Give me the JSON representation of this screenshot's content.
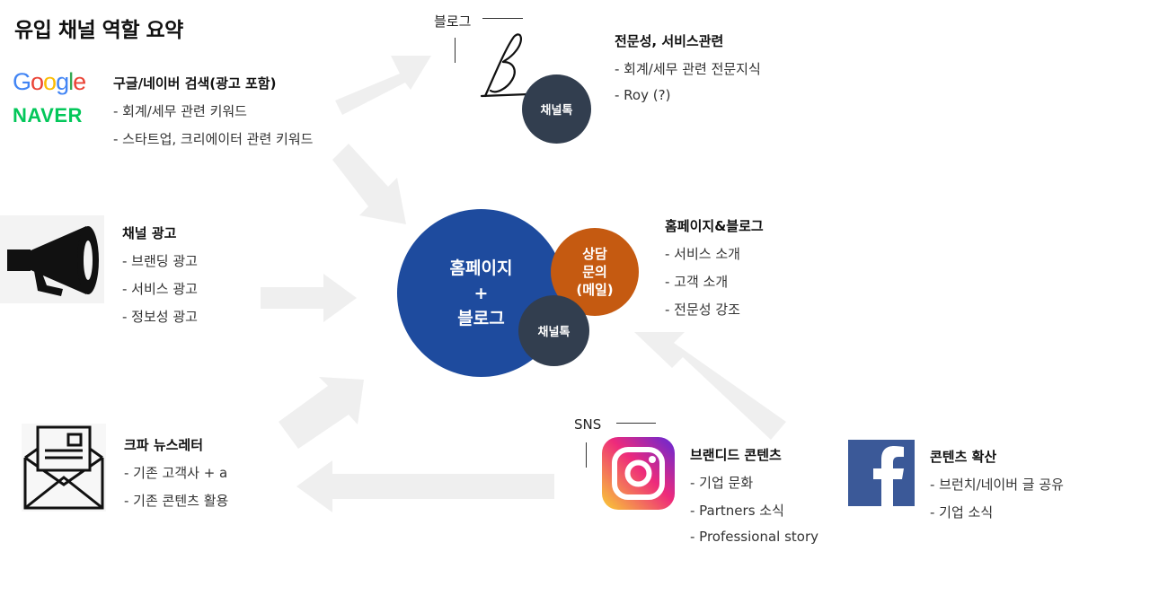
{
  "title": "유입 채널 역할 요약",
  "logos": {
    "google": "Google",
    "naver": "NAVER"
  },
  "search": {
    "title": "구글/네이버 검색(광고 포함)",
    "items": [
      "- 회계/세무 관련 키워드",
      "- 스타트업, 크리에이터 관련 키워드"
    ]
  },
  "ads": {
    "title": "채널 광고",
    "items": [
      "- 브랜딩 광고",
      "- 서비스 광고",
      "- 정보성 광고"
    ]
  },
  "newsletter": {
    "title": "크파 뉴스레터",
    "items": [
      "- 기존 고객사 + a",
      "- 기존 콘텐츠 활용"
    ]
  },
  "blog": {
    "label": "블로그",
    "title": "전문성, 서비스관련",
    "items": [
      "- 회계/세무 관련 전문지식",
      "- Roy (?)"
    ],
    "badge": "채널톡"
  },
  "center": {
    "main_lines": [
      "홈페이지",
      "+",
      "블로그"
    ],
    "consult_lines": [
      "상담",
      "문의",
      "(메일)"
    ],
    "badge": "채널톡"
  },
  "homepage": {
    "title": "홈페이지&블로그",
    "items": [
      "- 서비스 소개",
      "- 고객 소개",
      "- 전문성 강조"
    ]
  },
  "sns": {
    "label": "SNS"
  },
  "instagram": {
    "title": "브랜디드 콘텐츠",
    "items": [
      "- 기업 문화",
      "- Partners 소식",
      "- Professional story"
    ]
  },
  "facebook": {
    "title": "콘텐츠 확산",
    "items": [
      "- 브런치/네이버 글 공유",
      "- 기업 소식"
    ]
  },
  "colors": {
    "main_circle": "#1e4b9e",
    "consult_circle": "#c55a11",
    "badge_circle": "#323e4f",
    "arrow": "#eeeeee",
    "facebook": "#3b5998"
  },
  "icons": {
    "megaphone": "megaphone-icon",
    "mail": "mail-icon",
    "blog": "blog-signature-icon",
    "instagram": "instagram-icon",
    "facebook": "facebook-icon"
  }
}
